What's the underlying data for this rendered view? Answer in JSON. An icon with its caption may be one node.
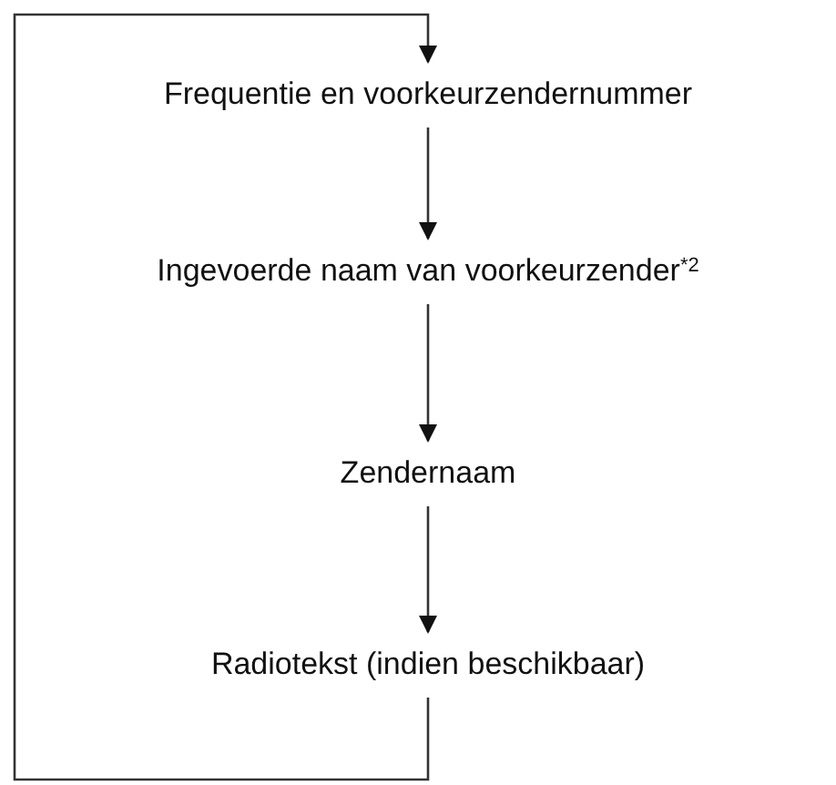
{
  "diagram": {
    "nodes": [
      {
        "text": [
          "Frequentie en voorkeurzendernummer"
        ]
      },
      {
        "text": [
          "Ingevoerde naam van voorkeurzender$^{*2}$"
        ]
      },
      {
        "text": [
          "Zendernaam"
        ]
      },
      {
        "text": [
          "Radiotekst (indien beschikbaar)"
        ]
      }
    ],
    "edges": [
      {
        "from": 0,
        "to": 1,
        "arrow": "to"
      },
      {
        "from": 1,
        "to": 2,
        "arrow": "to"
      },
      {
        "from": 2,
        "to": 3,
        "arrow": "to"
      },
      {
        "from": 3,
        "to": 0,
        "arrow": "to"
      }
    ]
  }
}
